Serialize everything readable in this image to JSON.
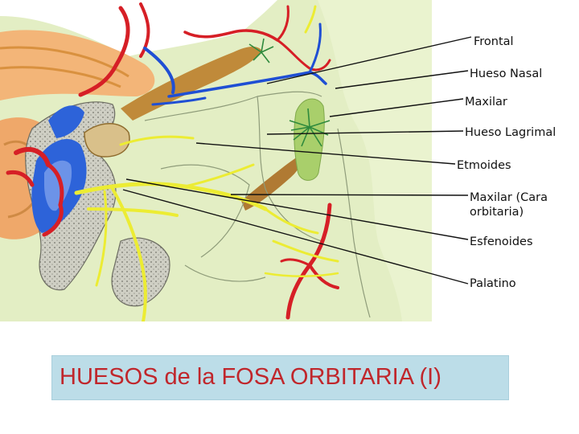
{
  "labels": {
    "frontal": "Frontal",
    "nasal": "Hueso Nasal",
    "maxilar": "Maxilar",
    "lagrimal": "Hueso Lagrimal",
    "etmoides": "Etmoides",
    "maxilar_cara": "Maxilar (Cara orbitaria)",
    "esfenoides": "Esfenoides",
    "palatino": "Palatino"
  },
  "title": "HUESOS de la FOSA ORBITARIA   (I)",
  "colors": {
    "background_tissue": "#e3eec4",
    "bone_outline": "#8f9c7a",
    "artery": "#d61f26",
    "vein": "#1f4fd4",
    "nerve": "#ecec33",
    "lacrimal_green": "#a9cf6b",
    "title_box": "#bcdde8",
    "title_text": "#c0262b"
  }
}
